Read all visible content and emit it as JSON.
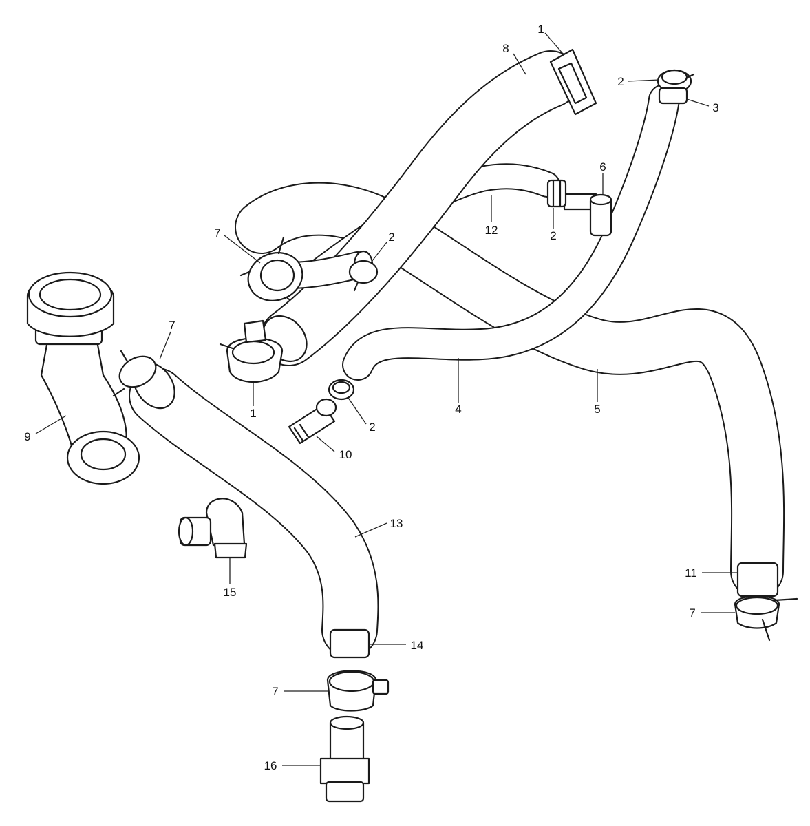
{
  "callouts": [
    {
      "id": "c8",
      "text": "8"
    },
    {
      "id": "c1-top",
      "text": "1"
    },
    {
      "id": "c2-top",
      "text": "2"
    },
    {
      "id": "c3",
      "text": "3"
    },
    {
      "id": "c6",
      "text": "6"
    },
    {
      "id": "c12",
      "text": "12"
    },
    {
      "id": "c2-mid-right",
      "text": "2"
    },
    {
      "id": "c7-upper",
      "text": "7"
    },
    {
      "id": "c2-mid",
      "text": "2"
    },
    {
      "id": "c7-left",
      "text": "7"
    },
    {
      "id": "c9",
      "text": "9"
    },
    {
      "id": "c1-mid",
      "text": "1"
    },
    {
      "id": "c2-lower",
      "text": "2"
    },
    {
      "id": "c10",
      "text": "10"
    },
    {
      "id": "c4",
      "text": "4"
    },
    {
      "id": "c5",
      "text": "5"
    },
    {
      "id": "c13",
      "text": "13"
    },
    {
      "id": "c15",
      "text": "15"
    },
    {
      "id": "c14",
      "text": "14"
    },
    {
      "id": "c7-bottom",
      "text": "7"
    },
    {
      "id": "c16",
      "text": "16"
    },
    {
      "id": "c11",
      "text": "11"
    },
    {
      "id": "c7-right",
      "text": "7"
    }
  ]
}
